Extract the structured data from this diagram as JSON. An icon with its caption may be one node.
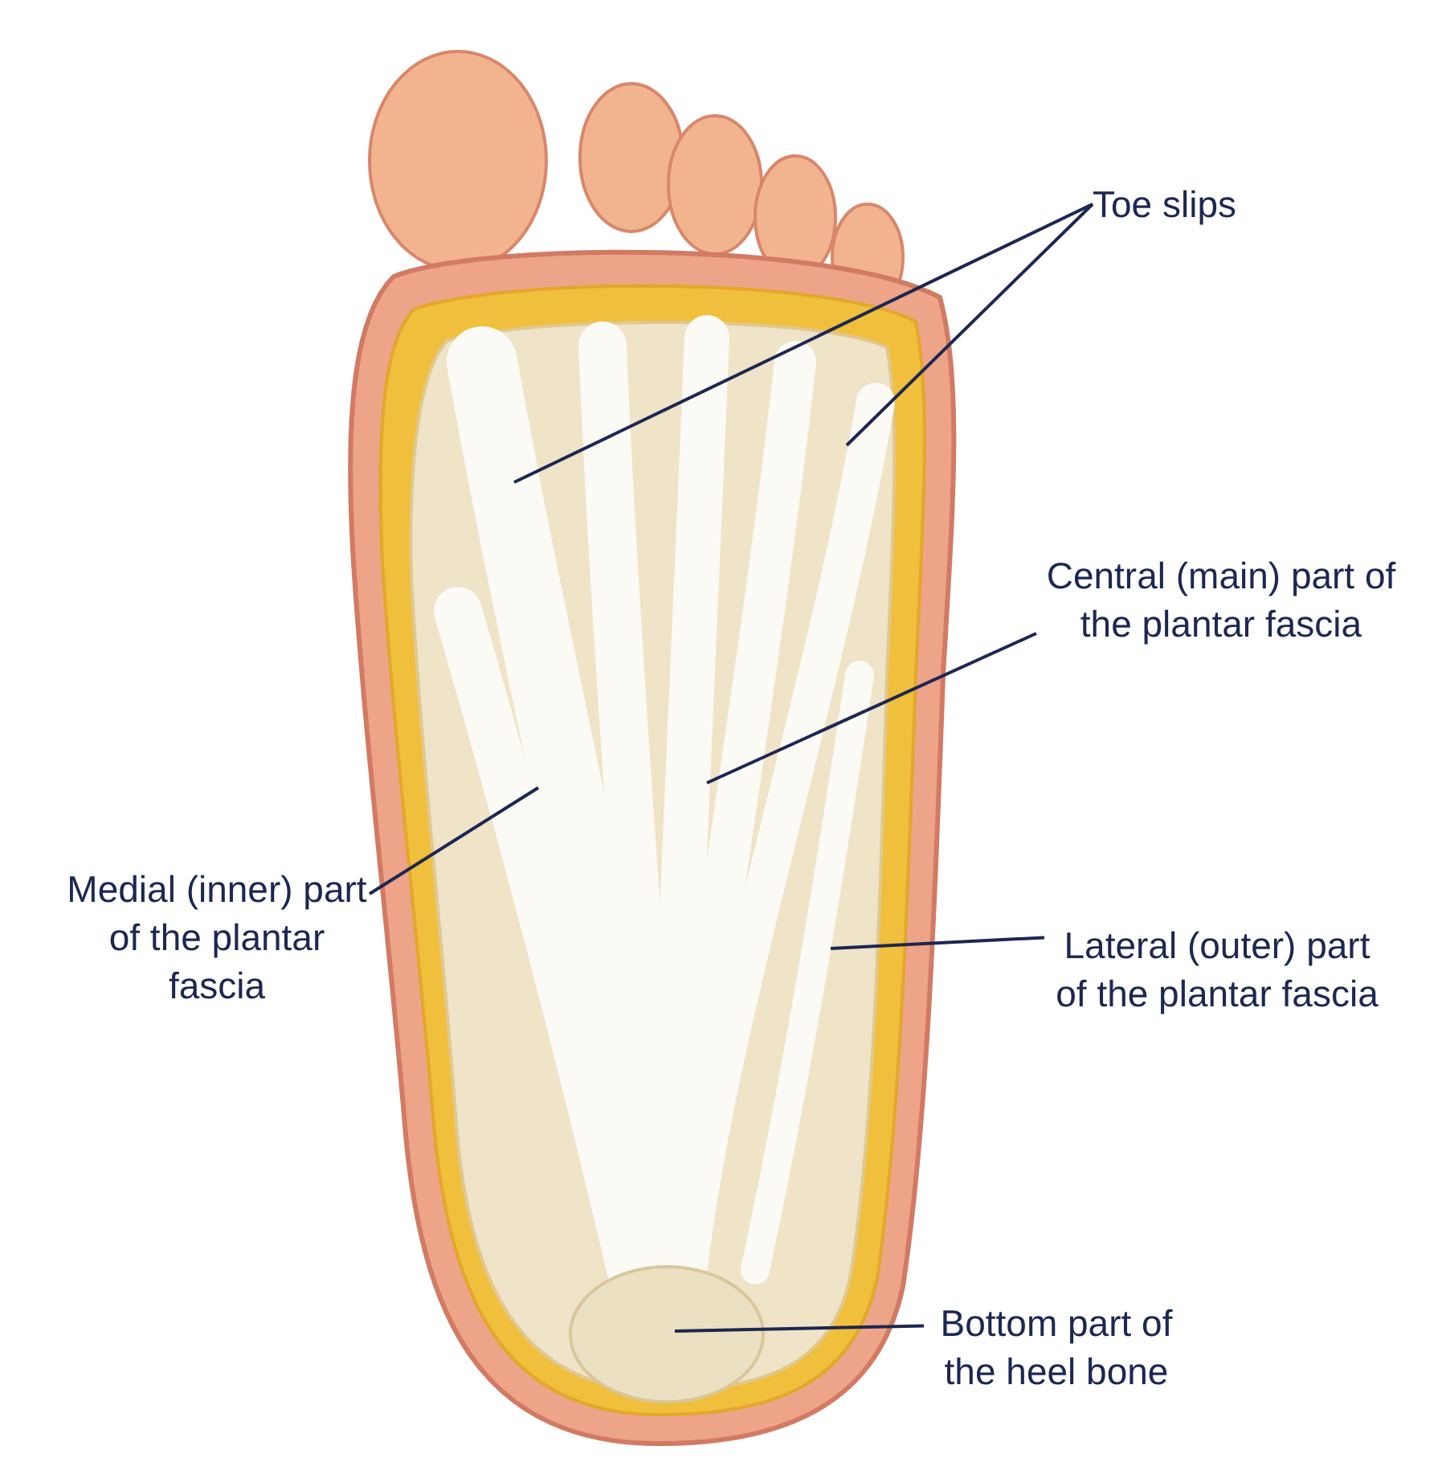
{
  "diagram": {
    "nodes": [
      {
        "text": [
          "Toe slips"
        ]
      },
      {
        "text": [
          "Central (main) part of the plantar fascia"
        ]
      },
      {
        "text": [
          "Medial (inner) part of the plantar fascia"
        ]
      },
      {
        "text": [
          "Lateral (outer) part of the plantar fascia"
        ]
      },
      {
        "text": [
          "Bottom part of the heel bone"
        ]
      }
    ],
    "edges": [
      {
        "from": 0,
        "to": null,
        "arrow": "none"
      },
      {
        "from": 0,
        "to": null,
        "arrow": "none"
      },
      {
        "from": 1,
        "to": null,
        "arrow": "none"
      },
      {
        "from": 2,
        "to": null,
        "arrow": "none"
      },
      {
        "from": 3,
        "to": null,
        "arrow": "none"
      },
      {
        "from": 4,
        "to": null,
        "arrow": "none"
      }
    ]
  }
}
